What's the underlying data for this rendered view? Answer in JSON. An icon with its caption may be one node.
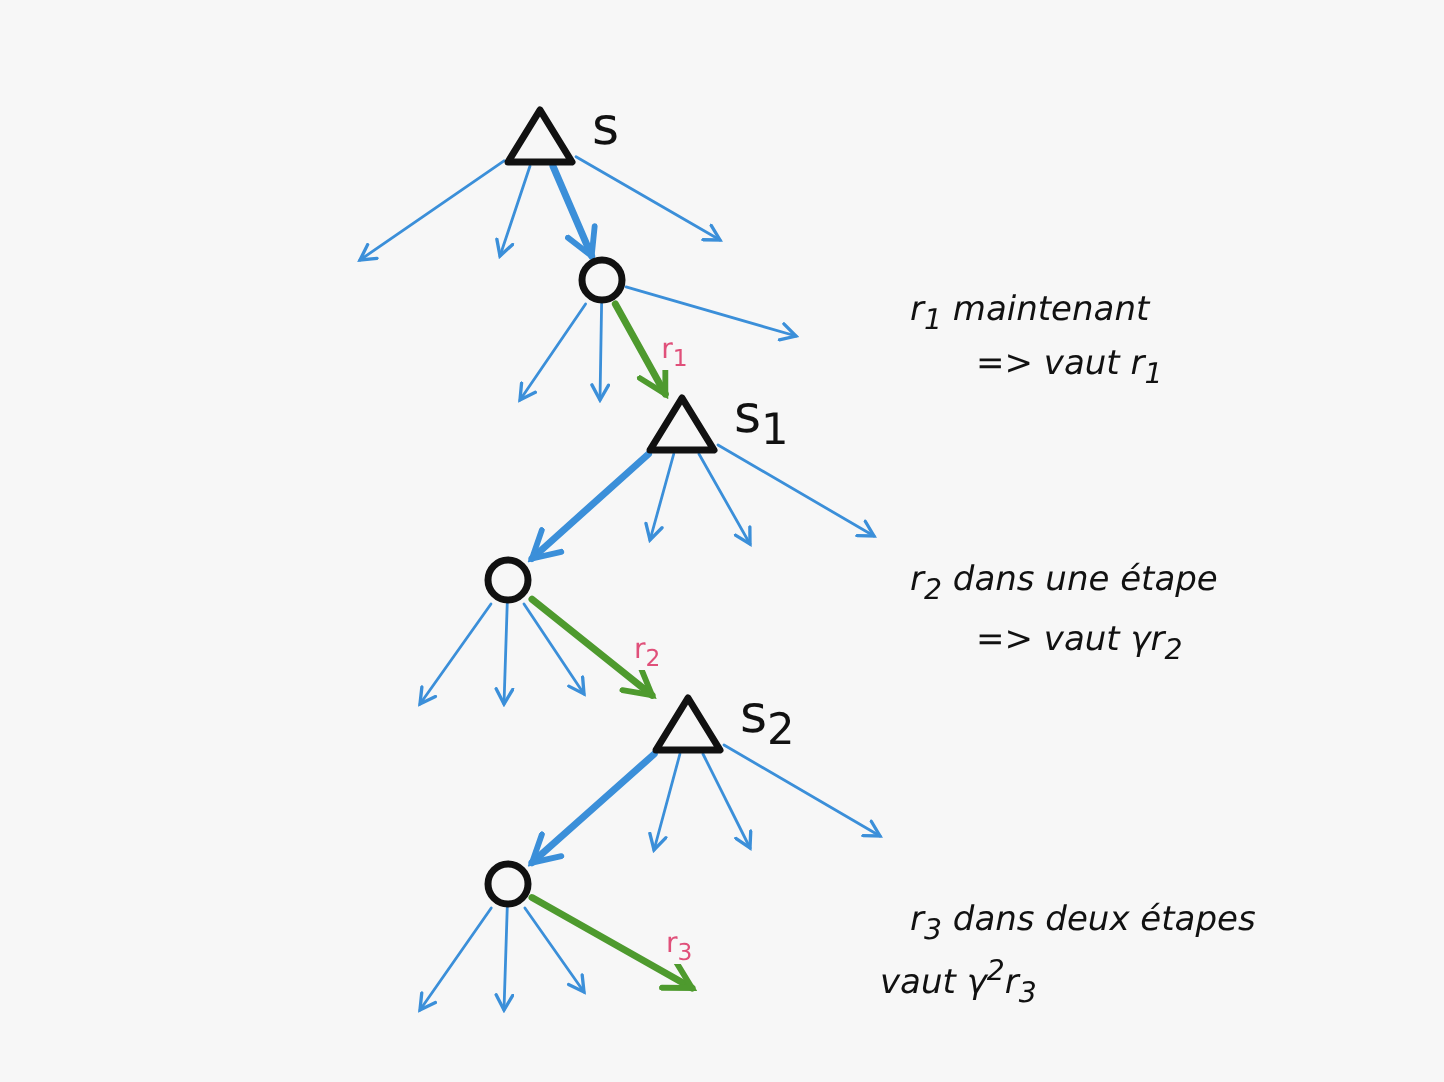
{
  "diagram": {
    "nodes": [
      {
        "text": [],
        "shape": "triangle",
        "beside": [
          "s"
        ]
      },
      {
        "text": [],
        "shape": "circle"
      },
      {
        "text": [],
        "shape": "triangle",
        "beside": [
          "s$_{1}$"
        ]
      },
      {
        "text": [],
        "shape": "circle"
      },
      {
        "text": [],
        "shape": "triangle",
        "beside": [
          "s$_{2}$"
        ]
      },
      {
        "text": [],
        "shape": "circle"
      }
    ],
    "edges": [
      {
        "from": 0,
        "to": 1,
        "arrow": "to",
        "style": "thick"
      },
      {
        "from": 0,
        "to": null,
        "arrow": "to"
      },
      {
        "from": 0,
        "to": null,
        "arrow": "to"
      },
      {
        "from": 0,
        "to": null,
        "arrow": "to"
      },
      {
        "from": 1,
        "to": 2,
        "arrow": "to",
        "label": "r$_{1}$",
        "style": "thick",
        "color": "#4e9a2e"
      },
      {
        "from": 1,
        "to": null,
        "arrow": "to"
      },
      {
        "from": 1,
        "to": null,
        "arrow": "to"
      },
      {
        "from": 1,
        "to": null,
        "arrow": "to"
      },
      {
        "from": 2,
        "to": 3,
        "arrow": "to",
        "style": "thick"
      },
      {
        "from": 2,
        "to": null,
        "arrow": "to"
      },
      {
        "from": 2,
        "to": null,
        "arrow": "to"
      },
      {
        "from": 2,
        "to": null,
        "arrow": "to"
      },
      {
        "from": 3,
        "to": 4,
        "arrow": "to",
        "label": "r$_{2}$",
        "style": "thick",
        "color": "#4e9a2e"
      },
      {
        "from": 3,
        "to": null,
        "arrow": "to"
      },
      {
        "from": 3,
        "to": null,
        "arrow": "to"
      },
      {
        "from": 3,
        "to": null,
        "arrow": "to"
      },
      {
        "from": 4,
        "to": 5,
        "arrow": "to",
        "style": "thick"
      },
      {
        "from": 4,
        "to": null,
        "arrow": "to"
      },
      {
        "from": 4,
        "to": null,
        "arrow": "to"
      },
      {
        "from": 4,
        "to": null,
        "arrow": "to"
      },
      {
        "from": 5,
        "to": null,
        "arrow": "to",
        "label": "r$_{3}$",
        "style": "thick",
        "color": "#4e9a2e"
      },
      {
        "from": 5,
        "to": null,
        "arrow": "to"
      },
      {
        "from": 5,
        "to": null,
        "arrow": "to"
      },
      {
        "from": 5,
        "to": null,
        "arrow": "to"
      }
    ],
    "labels": [
      "r$_{1}$ maintenant",
      "=> vaut r$_{1}$",
      "r$_{2}$ dans une étape",
      "=> vaut γr$_{2}$",
      "r$_{3}$ dans deux étapes",
      "vaut γ$^{2}$r$_{3}$"
    ]
  }
}
